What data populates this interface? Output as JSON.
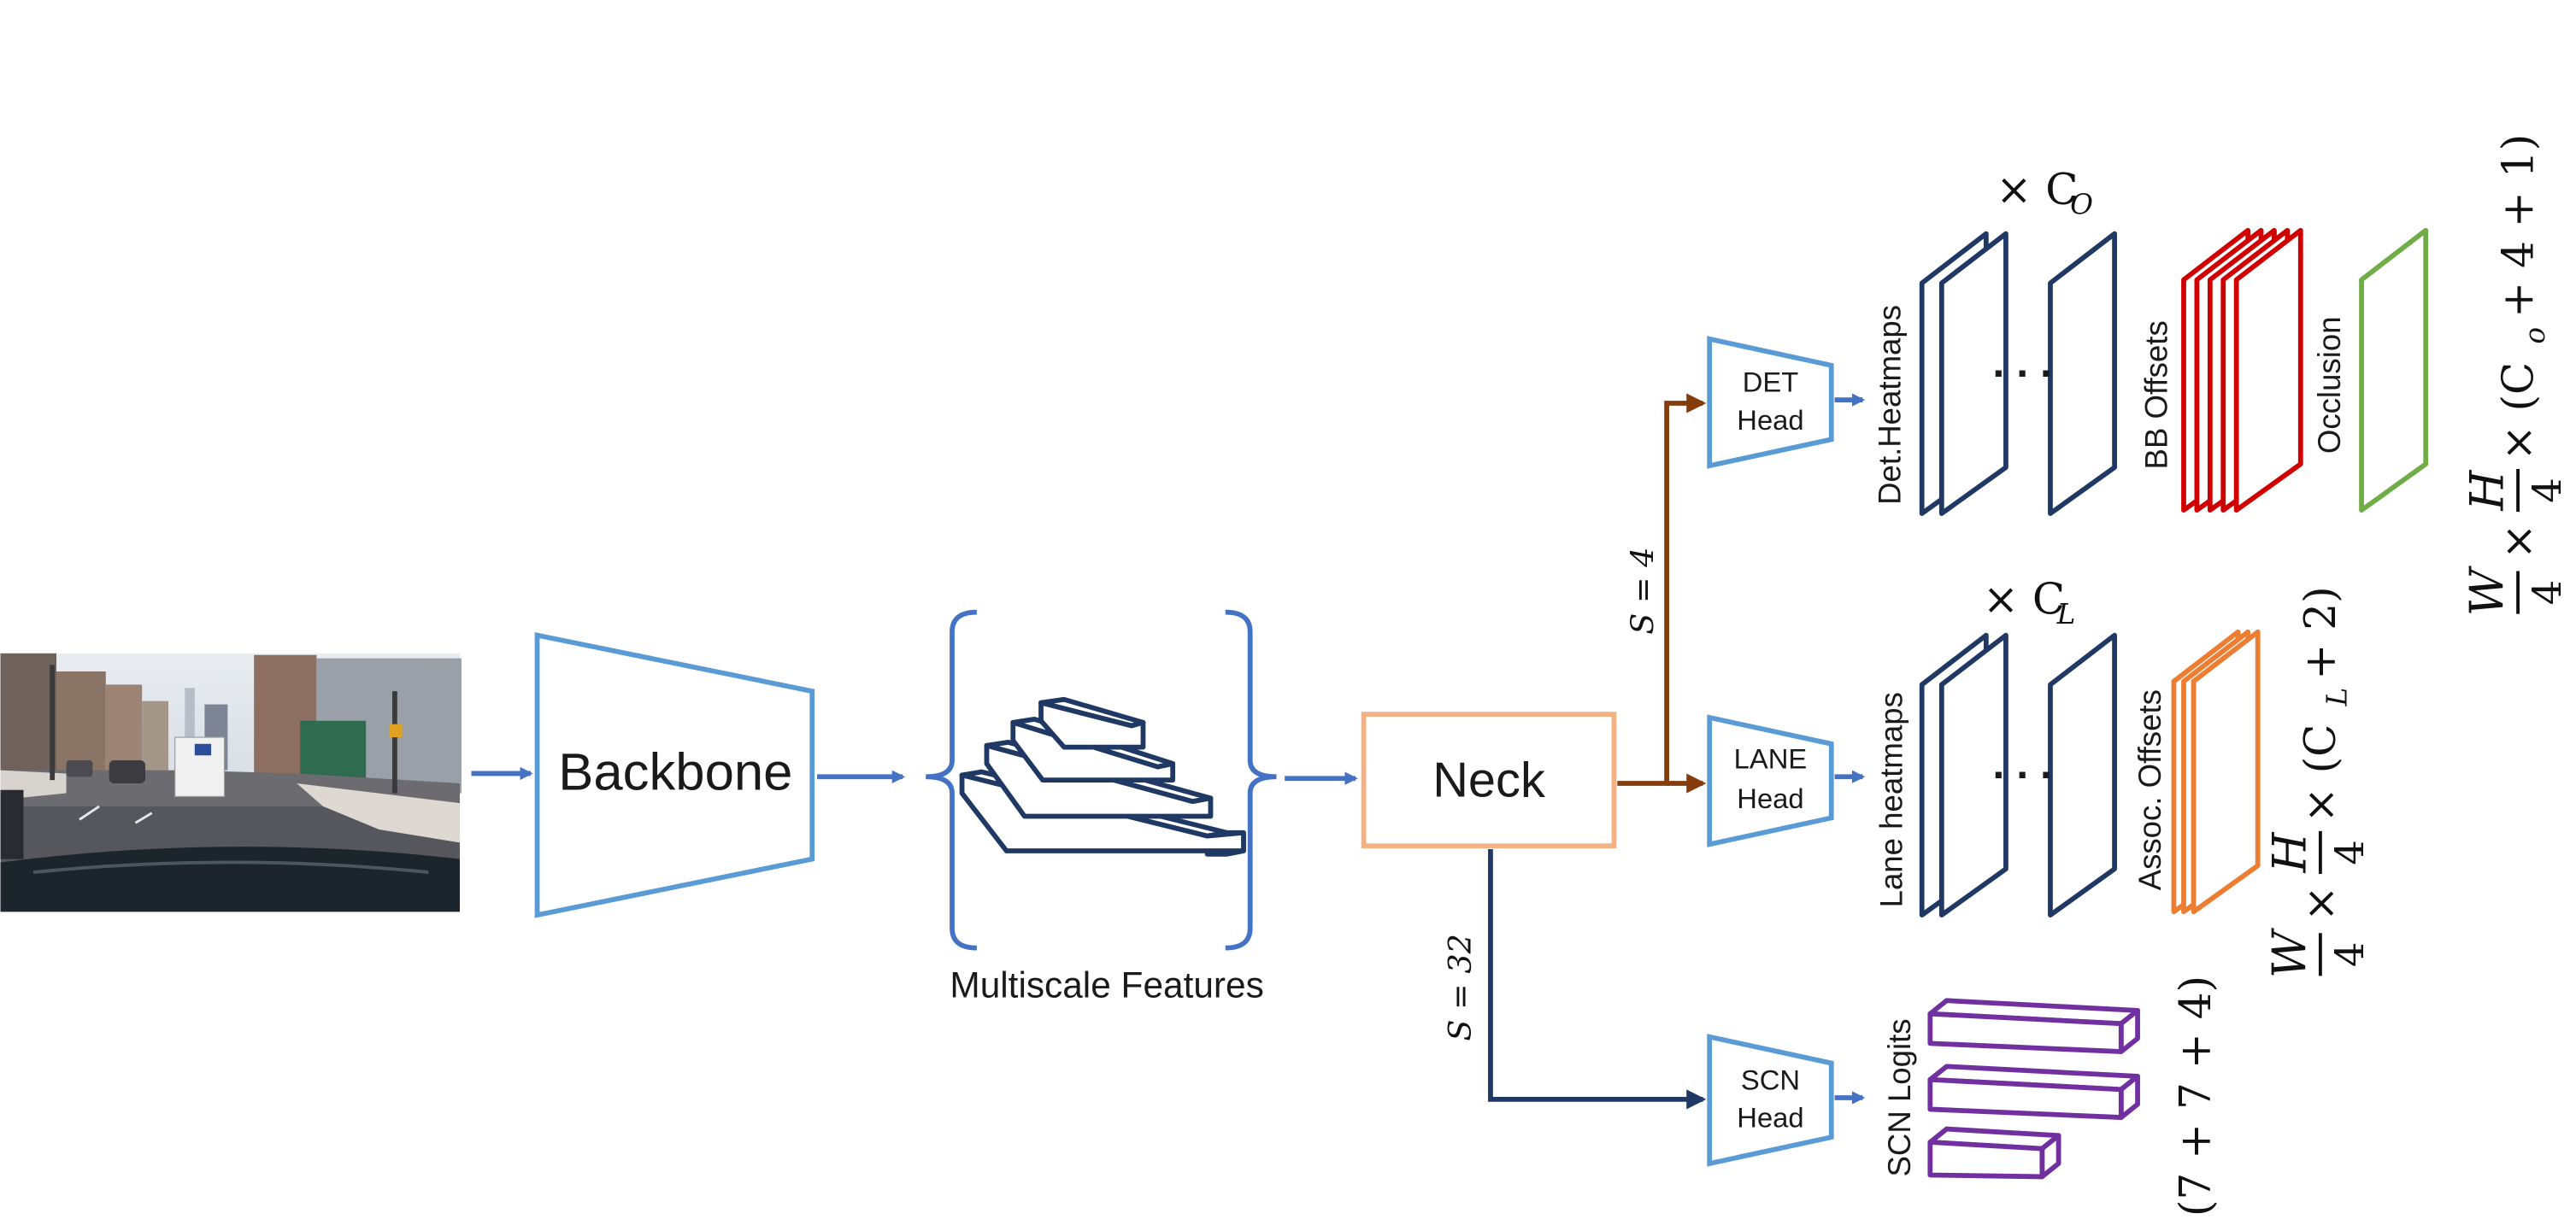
{
  "blocks": {
    "backbone": "Backbone",
    "neck": "Neck",
    "multiscale": "Multiscale Features",
    "det_head": [
      "DET",
      "Head"
    ],
    "lane_head": [
      "LANE",
      "Head"
    ],
    "scn_head": [
      "SCN",
      "Head"
    ]
  },
  "strides": {
    "s4": "S = 4",
    "s32": "S = 32"
  },
  "det_outputs": {
    "heatmaps": "Det.Heatmaps",
    "times": "× C",
    "sub": "O",
    "bb_offsets": "BB Offsets",
    "occlusion": "Occlusion",
    "dims_tail": "× (C",
    "dims_sub": "o",
    "dims_end": "+ 4 + 1)"
  },
  "lane_outputs": {
    "heatmaps": "Lane heatmaps",
    "times": "× C",
    "sub": "L",
    "assoc": "Assoc. Offsets",
    "dims_tail": "× (C",
    "dims_sub": "L",
    "dims_end": "+ 2)"
  },
  "scn_outputs": {
    "logits": "SCN Logits",
    "dims": "(7 + 7 + 4)"
  },
  "dims_common": {
    "w": "W",
    "h": "H",
    "four": "4",
    "times": "×"
  },
  "colors": {
    "arrow_blue": "#4472c4",
    "light_blue": "#5b9bd5",
    "neck_orange": "#f4b183",
    "stride4_brown": "#843c0c",
    "stride32_navy": "#203864",
    "map_navy": "#1f3864",
    "bb_red": "#d00000",
    "occlusion_green": "#70ad47",
    "assoc_orange": "#ed7d31",
    "scn_purple": "#7030a0"
  }
}
